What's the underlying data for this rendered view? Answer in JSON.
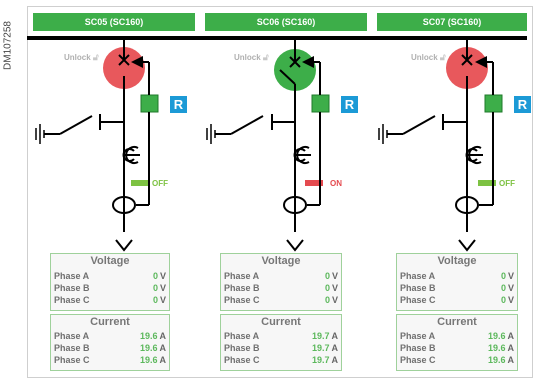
{
  "side_label": "DM107258",
  "colors": {
    "green": "#3dae49",
    "red": "#e8585c",
    "blue": "#1c9ad6",
    "off_green": "#7dc242",
    "on_red": "#e44a4f"
  },
  "circuits": [
    {
      "header": "SC05 (SC160)",
      "unlock": "Unlock",
      "breaker_state": "open",
      "status": "OFF",
      "r_label": "R",
      "voltage": {
        "title": "Voltage",
        "rows": [
          {
            "label": "Phase A",
            "value": "0",
            "unit": "V"
          },
          {
            "label": "Phase B",
            "value": "0",
            "unit": "V"
          },
          {
            "label": "Phase C",
            "value": "0",
            "unit": "V"
          }
        ]
      },
      "current": {
        "title": "Current",
        "rows": [
          {
            "label": "Phase A",
            "value": "19.6",
            "unit": "A"
          },
          {
            "label": "Phase B",
            "value": "19.6",
            "unit": "A"
          },
          {
            "label": "Phase C",
            "value": "19.6",
            "unit": "A"
          }
        ]
      }
    },
    {
      "header": "SC06 (SC160)",
      "unlock": "Unlock",
      "breaker_state": "closed",
      "status": "ON",
      "r_label": "R",
      "voltage": {
        "title": "Voltage",
        "rows": [
          {
            "label": "Phase A",
            "value": "0",
            "unit": "V"
          },
          {
            "label": "Phase B",
            "value": "0",
            "unit": "V"
          },
          {
            "label": "Phase C",
            "value": "0",
            "unit": "V"
          }
        ]
      },
      "current": {
        "title": "Current",
        "rows": [
          {
            "label": "Phase A",
            "value": "19.7",
            "unit": "A"
          },
          {
            "label": "Phase B",
            "value": "19.7",
            "unit": "A"
          },
          {
            "label": "Phase C",
            "value": "19.7",
            "unit": "A"
          }
        ]
      }
    },
    {
      "header": "SC07 (SC160)",
      "unlock": "Unlock",
      "breaker_state": "open",
      "status": "OFF",
      "r_label": "R",
      "voltage": {
        "title": "Voltage",
        "rows": [
          {
            "label": "Phase A",
            "value": "0",
            "unit": "V"
          },
          {
            "label": "Phase B",
            "value": "0",
            "unit": "V"
          },
          {
            "label": "Phase C",
            "value": "0",
            "unit": "V"
          }
        ]
      },
      "current": {
        "title": "Current",
        "rows": [
          {
            "label": "Phase A",
            "value": "19.6",
            "unit": "A"
          },
          {
            "label": "Phase B",
            "value": "19.6",
            "unit": "A"
          },
          {
            "label": "Phase C",
            "value": "19.6",
            "unit": "A"
          }
        ]
      }
    }
  ]
}
